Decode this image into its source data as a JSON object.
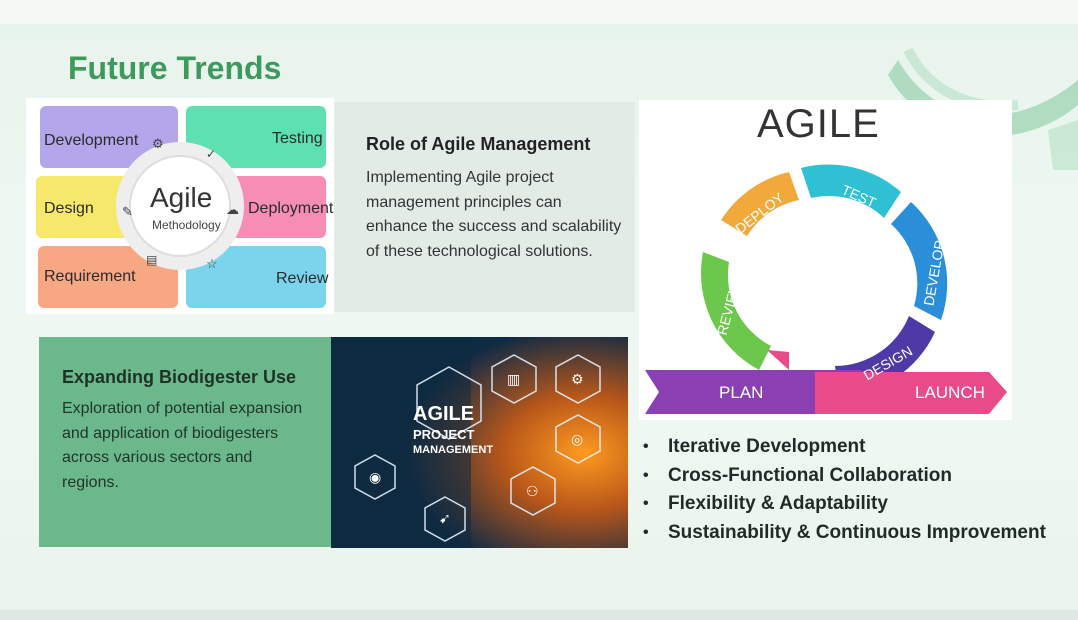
{
  "slide": {
    "title": "Future Trends"
  },
  "methodology_image": {
    "center_title": "Agile",
    "center_subtitle": "Methodology",
    "segments": [
      "Development",
      "Testing",
      "Design",
      "Deployment",
      "Requirement",
      "Review"
    ]
  },
  "role_card": {
    "heading": "Role of Agile Management",
    "body": "Implementing Agile project management principles can enhance the success and scalability of these technological solutions."
  },
  "cycle_image": {
    "title": "AGILE",
    "stages": [
      "DEPLOY",
      "TEST",
      "DEVELOP",
      "DESIGN",
      "REVIEW"
    ],
    "plan": "PLAN",
    "launch": "LAUNCH"
  },
  "bio_card": {
    "heading": "Expanding Biodigester Use",
    "body": "Exploration of potential expansion and application of biodigesters across various sectors and regions."
  },
  "pm_image": {
    "line1": "AGILE",
    "line2": "PROJECT",
    "line3": "MANAGEMENT"
  },
  "bullets": [
    "Iterative Development",
    "Cross-Functional Collaboration",
    "Flexibility & Adaptability",
    "Sustainability & Continuous Improvement"
  ],
  "colors": {
    "title": "#3e9a5c",
    "bio_card": "#6bb88d",
    "role_card": "#e2ebe6"
  }
}
